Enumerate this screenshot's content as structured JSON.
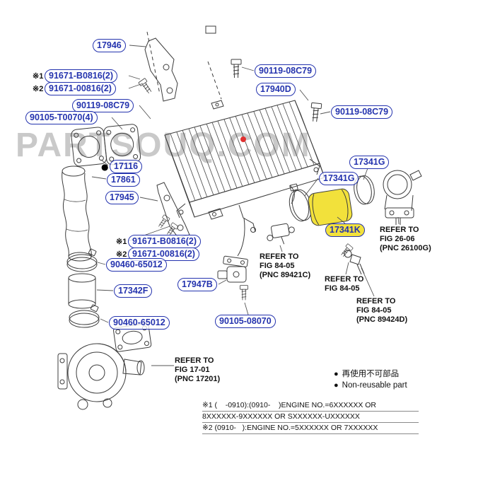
{
  "watermark": "PARTSOUQ.COM",
  "colors": {
    "label_blue": "#2433ae",
    "highlight_yellow": "#f2e13b",
    "red_dot": "#e03030",
    "watermark_gray": "#c0c0c0"
  },
  "labels": [
    {
      "text": "17946"
    },
    {
      "prefix": "※1",
      "text": "91671-B0816(2)"
    },
    {
      "prefix": "※2",
      "text": "91671-00816(2)"
    },
    {
      "text": "90119-08C79"
    },
    {
      "text": "17940D"
    },
    {
      "text": "90119-08C79"
    },
    {
      "text": "90105-T0070(4)"
    },
    {
      "text": "90119-08C79"
    },
    {
      "text": "17341G"
    },
    {
      "text": "17341G"
    },
    {
      "text": "17116",
      "marker": "●"
    },
    {
      "text": "17861"
    },
    {
      "text": "17945"
    },
    {
      "prefix": "※1",
      "text": "91671-B0816(2)"
    },
    {
      "prefix": "※2",
      "text": "91671-00816(2)"
    },
    {
      "text": "90460-65012"
    },
    {
      "text": "17342F"
    },
    {
      "text": "17947B"
    },
    {
      "text": "90460-65012"
    },
    {
      "text": "90105-08070"
    },
    {
      "text": "17341K",
      "highlighted": true
    }
  ],
  "refer_notes": [
    {
      "lines": [
        "REFER TO",
        "FIG 26-06",
        "(PNC 26100G)"
      ]
    },
    {
      "lines": [
        "REFER TO",
        "FIG 84-05",
        "(PNC 89421C)"
      ]
    },
    {
      "lines": [
        "REFER TO",
        "FIG 84-05"
      ]
    },
    {
      "lines": [
        "REFER TO",
        "FIG 84-05",
        "(PNC 89424D)"
      ]
    },
    {
      "lines": [
        "REFER TO",
        "FIG 17-01",
        "(PNC 17201)"
      ]
    }
  ],
  "legend": {
    "bullet": "●",
    "jp": "再使用不可部品",
    "en": "Non-reusable part"
  },
  "footnotes": [
    "※1 (    -0910):(0910-    )ENGINE NO.=6XXXXXX OR",
    "8XXXXXX-9XXXXXX OR SXXXXXX-UXXXXXX",
    "※2 (0910-   ):ENGINE NO.=5XXXXXX OR 7XXXXXX"
  ]
}
